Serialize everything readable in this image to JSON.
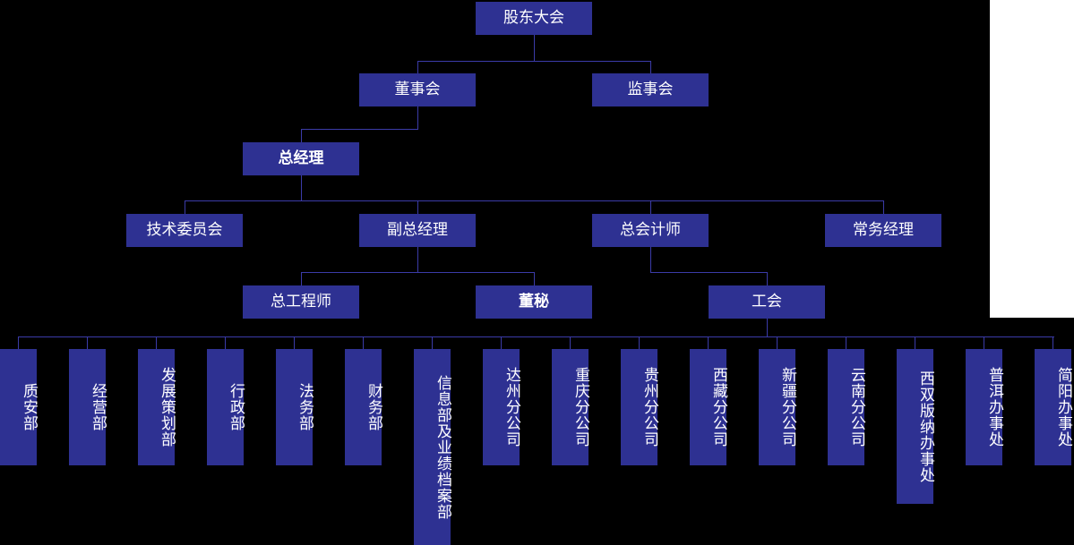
{
  "chart_meta": {
    "type": "org-chart",
    "title": "",
    "background_color": "#000000",
    "node_fill": "#2e3192",
    "node_text_color": "#ffffff",
    "connector_color": "#3b3ba8",
    "overlay_color": "#ffffff"
  },
  "levels": {
    "level1": [
      {
        "id": "n-shareholders",
        "label": "股东大会"
      }
    ],
    "level2": [
      {
        "id": "n-board",
        "label": "董事会"
      },
      {
        "id": "n-supervisors",
        "label": "监事会"
      }
    ],
    "level3": [
      {
        "id": "n-gm",
        "label": "总经理",
        "bold": true
      }
    ],
    "level4": [
      {
        "id": "n-tech-committee",
        "label": "技术委员会"
      },
      {
        "id": "n-deputy-gm",
        "label": "副总经理"
      },
      {
        "id": "n-chief-accountant",
        "label": "总会计师"
      },
      {
        "id": "n-exec-manager",
        "label": "常务经理"
      }
    ],
    "level5": [
      {
        "id": "n-chief-engineer",
        "label": "总工程师"
      },
      {
        "id": "n-board-secretary",
        "label": "董秘",
        "bold": true
      },
      {
        "id": "n-union",
        "label": "工会"
      }
    ],
    "level6": [
      {
        "id": "d-quality-safety",
        "label": "质安部"
      },
      {
        "id": "d-operations",
        "label": "经营部"
      },
      {
        "id": "d-development-planning",
        "label": "发展策划部"
      },
      {
        "id": "d-administration",
        "label": "行政部"
      },
      {
        "id": "d-legal",
        "label": "法务部"
      },
      {
        "id": "d-finance",
        "label": "财务部"
      },
      {
        "id": "d-info-performance-archives",
        "label": "信息部及业绩档案部"
      },
      {
        "id": "d-dazhou-branch",
        "label": "达州分公司"
      },
      {
        "id": "d-chongqing-branch",
        "label": "重庆分公司"
      },
      {
        "id": "d-guizhou-branch",
        "label": "贵州分公司"
      },
      {
        "id": "d-tibet-branch",
        "label": "西藏分公司"
      },
      {
        "id": "d-xinjiang-branch",
        "label": "新疆分公司"
      },
      {
        "id": "d-yunnan-branch",
        "label": "云南分公司"
      },
      {
        "id": "d-xishuangbanna-office",
        "label": "西双版纳办事处"
      },
      {
        "id": "d-puer-office",
        "label": "普洱办事处"
      },
      {
        "id": "d-jianyang-office",
        "label": "简阳办事处"
      }
    ]
  }
}
